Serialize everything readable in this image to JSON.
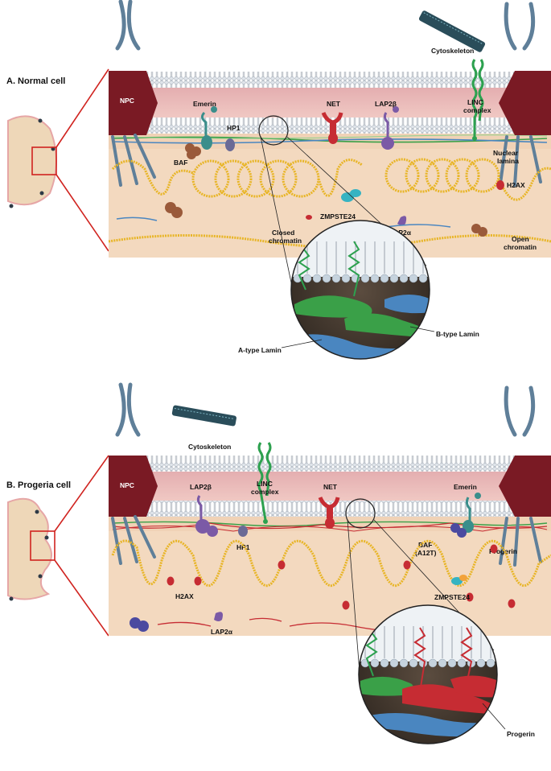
{
  "panel_a": {
    "title": "A. Normal cell",
    "npc": "NPC",
    "cytoskeleton": "Cytoskeleton",
    "linc_line1": "LINC",
    "linc_line2": "complex",
    "emerin": "Emerin",
    "net": "NET",
    "lap2b": "LAP2β",
    "hp1": "HP1",
    "baf": "BAF",
    "nuclear_lamina_line1": "Nuclear",
    "nuclear_lamina_line2": "lamina",
    "h2ax": "H2AX",
    "zmpste24": "ZMPSTE24",
    "lap2a": "LAP2α",
    "closed_chromatin_line1": "Closed",
    "closed_chromatin_line2": "chromatin",
    "open_chromatin_line1": "Open",
    "open_chromatin_line2": "chromatin",
    "a_type_lamin": "A-type Lamin",
    "b_type_lamin": "B-type Lamin"
  },
  "panel_b": {
    "title": "B. Progeria cell",
    "npc": "NPC",
    "cytoskeleton": "Cytoskeleton",
    "linc_line1": "LINC",
    "linc_line2": "complex",
    "lap2b": "LAP2β",
    "net": "NET",
    "emerin": "Emerin",
    "hp1": "HP1",
    "baf_line1": "BAF",
    "baf_line2": "(A12T)",
    "progerin": "Progerin",
    "h2ax": "H2AX",
    "zmpste24": "ZMPSTE24",
    "lap2a": "LAP2α",
    "progerin_inset": "Progerin"
  },
  "colors": {
    "nucleoplasm": "#f3d9bf",
    "envelope": "#e9b8b3",
    "npc": "#7a1a24",
    "chromatin": "#e8b526",
    "a_lamin": "#4a86c0",
    "b_lamin": "#3aa048",
    "progerin": "#c62c33",
    "emerin": "#3a8e8b",
    "lap2": "#7b5aa6",
    "baf": "#9a5a3a",
    "callout": "#d0231f"
  }
}
